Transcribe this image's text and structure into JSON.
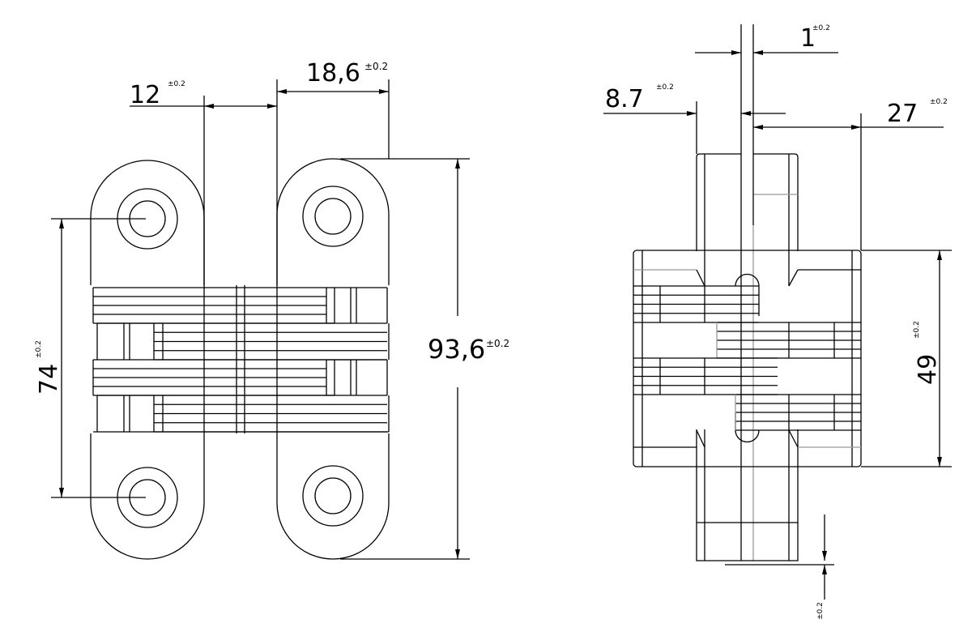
{
  "front_view": {
    "dim_pin_offset": {
      "value": "12",
      "tolerance": "±0.2"
    },
    "dim_leaf_width": {
      "value": "18,6",
      "tolerance": "±0.2"
    },
    "dim_total_height": {
      "value": "93,6",
      "tolerance": "±0.2"
    },
    "dim_hole_spacing": {
      "value": "74",
      "tolerance": "±0.2"
    }
  },
  "side_view": {
    "dim_gap": {
      "value": "1",
      "tolerance": "±0.2"
    },
    "dim_leaf_offset": {
      "value": "8.7",
      "tolerance": "±0.2"
    },
    "dim_body_width": {
      "value": "27",
      "tolerance": "±0.2"
    },
    "dim_body_height": {
      "value": "49",
      "tolerance": "±0.2"
    },
    "dim_bottom_tolerance": {
      "tolerance": "±0.2"
    }
  },
  "colors": {
    "line": "#000000",
    "hidden_line": "#999999",
    "background": "#ffffff"
  }
}
